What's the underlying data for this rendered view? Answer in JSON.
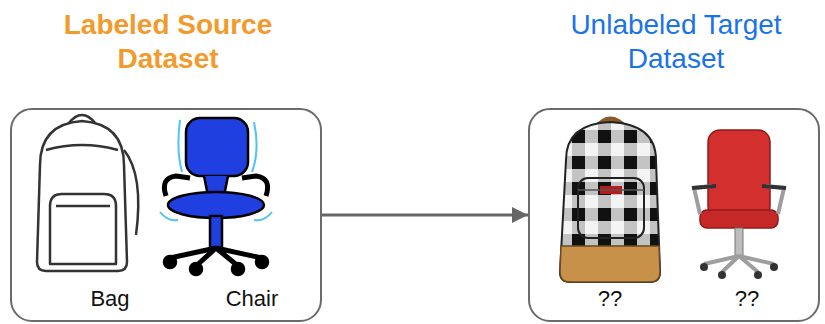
{
  "diagram": {
    "nodes": [
      {
        "text": [
          "Labeled Source Dataset",
          "Bag",
          "Chair"
        ]
      },
      {
        "text": [
          "Unlabeled Target Dataset",
          "??",
          "??"
        ]
      }
    ],
    "edges": [
      {
        "from": 0,
        "to": 1,
        "arrow": "to"
      }
    ]
  }
}
